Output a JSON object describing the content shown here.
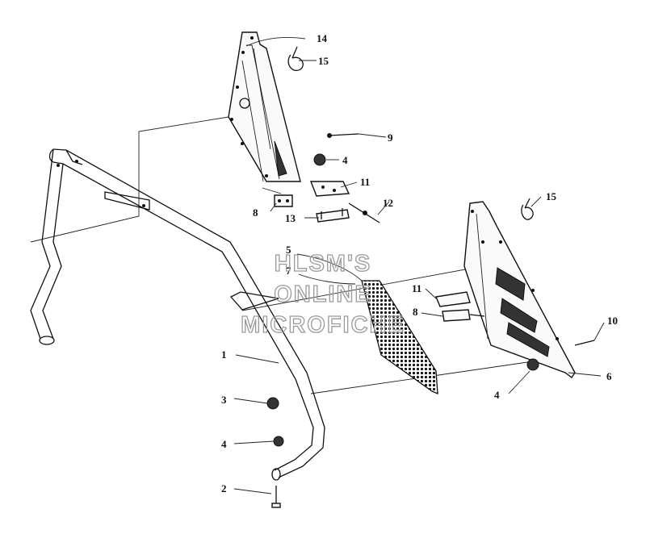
{
  "watermark": {
    "line1": "HLSM'S",
    "line2": "ONLINE",
    "line3": "MICROFICHE"
  },
  "callouts": {
    "c1": "1",
    "c2": "2",
    "c3": "3",
    "c4a": "4",
    "c4b": "4",
    "c4c": "4",
    "c5": "5",
    "c6": "6",
    "c7": "7",
    "c8a": "8",
    "c8b": "8",
    "c9": "9",
    "c10": "10",
    "c11a": "11",
    "c11b": "11",
    "c12": "12",
    "c13": "13",
    "c14": "14",
    "c15a": "15",
    "c15b": "15"
  }
}
